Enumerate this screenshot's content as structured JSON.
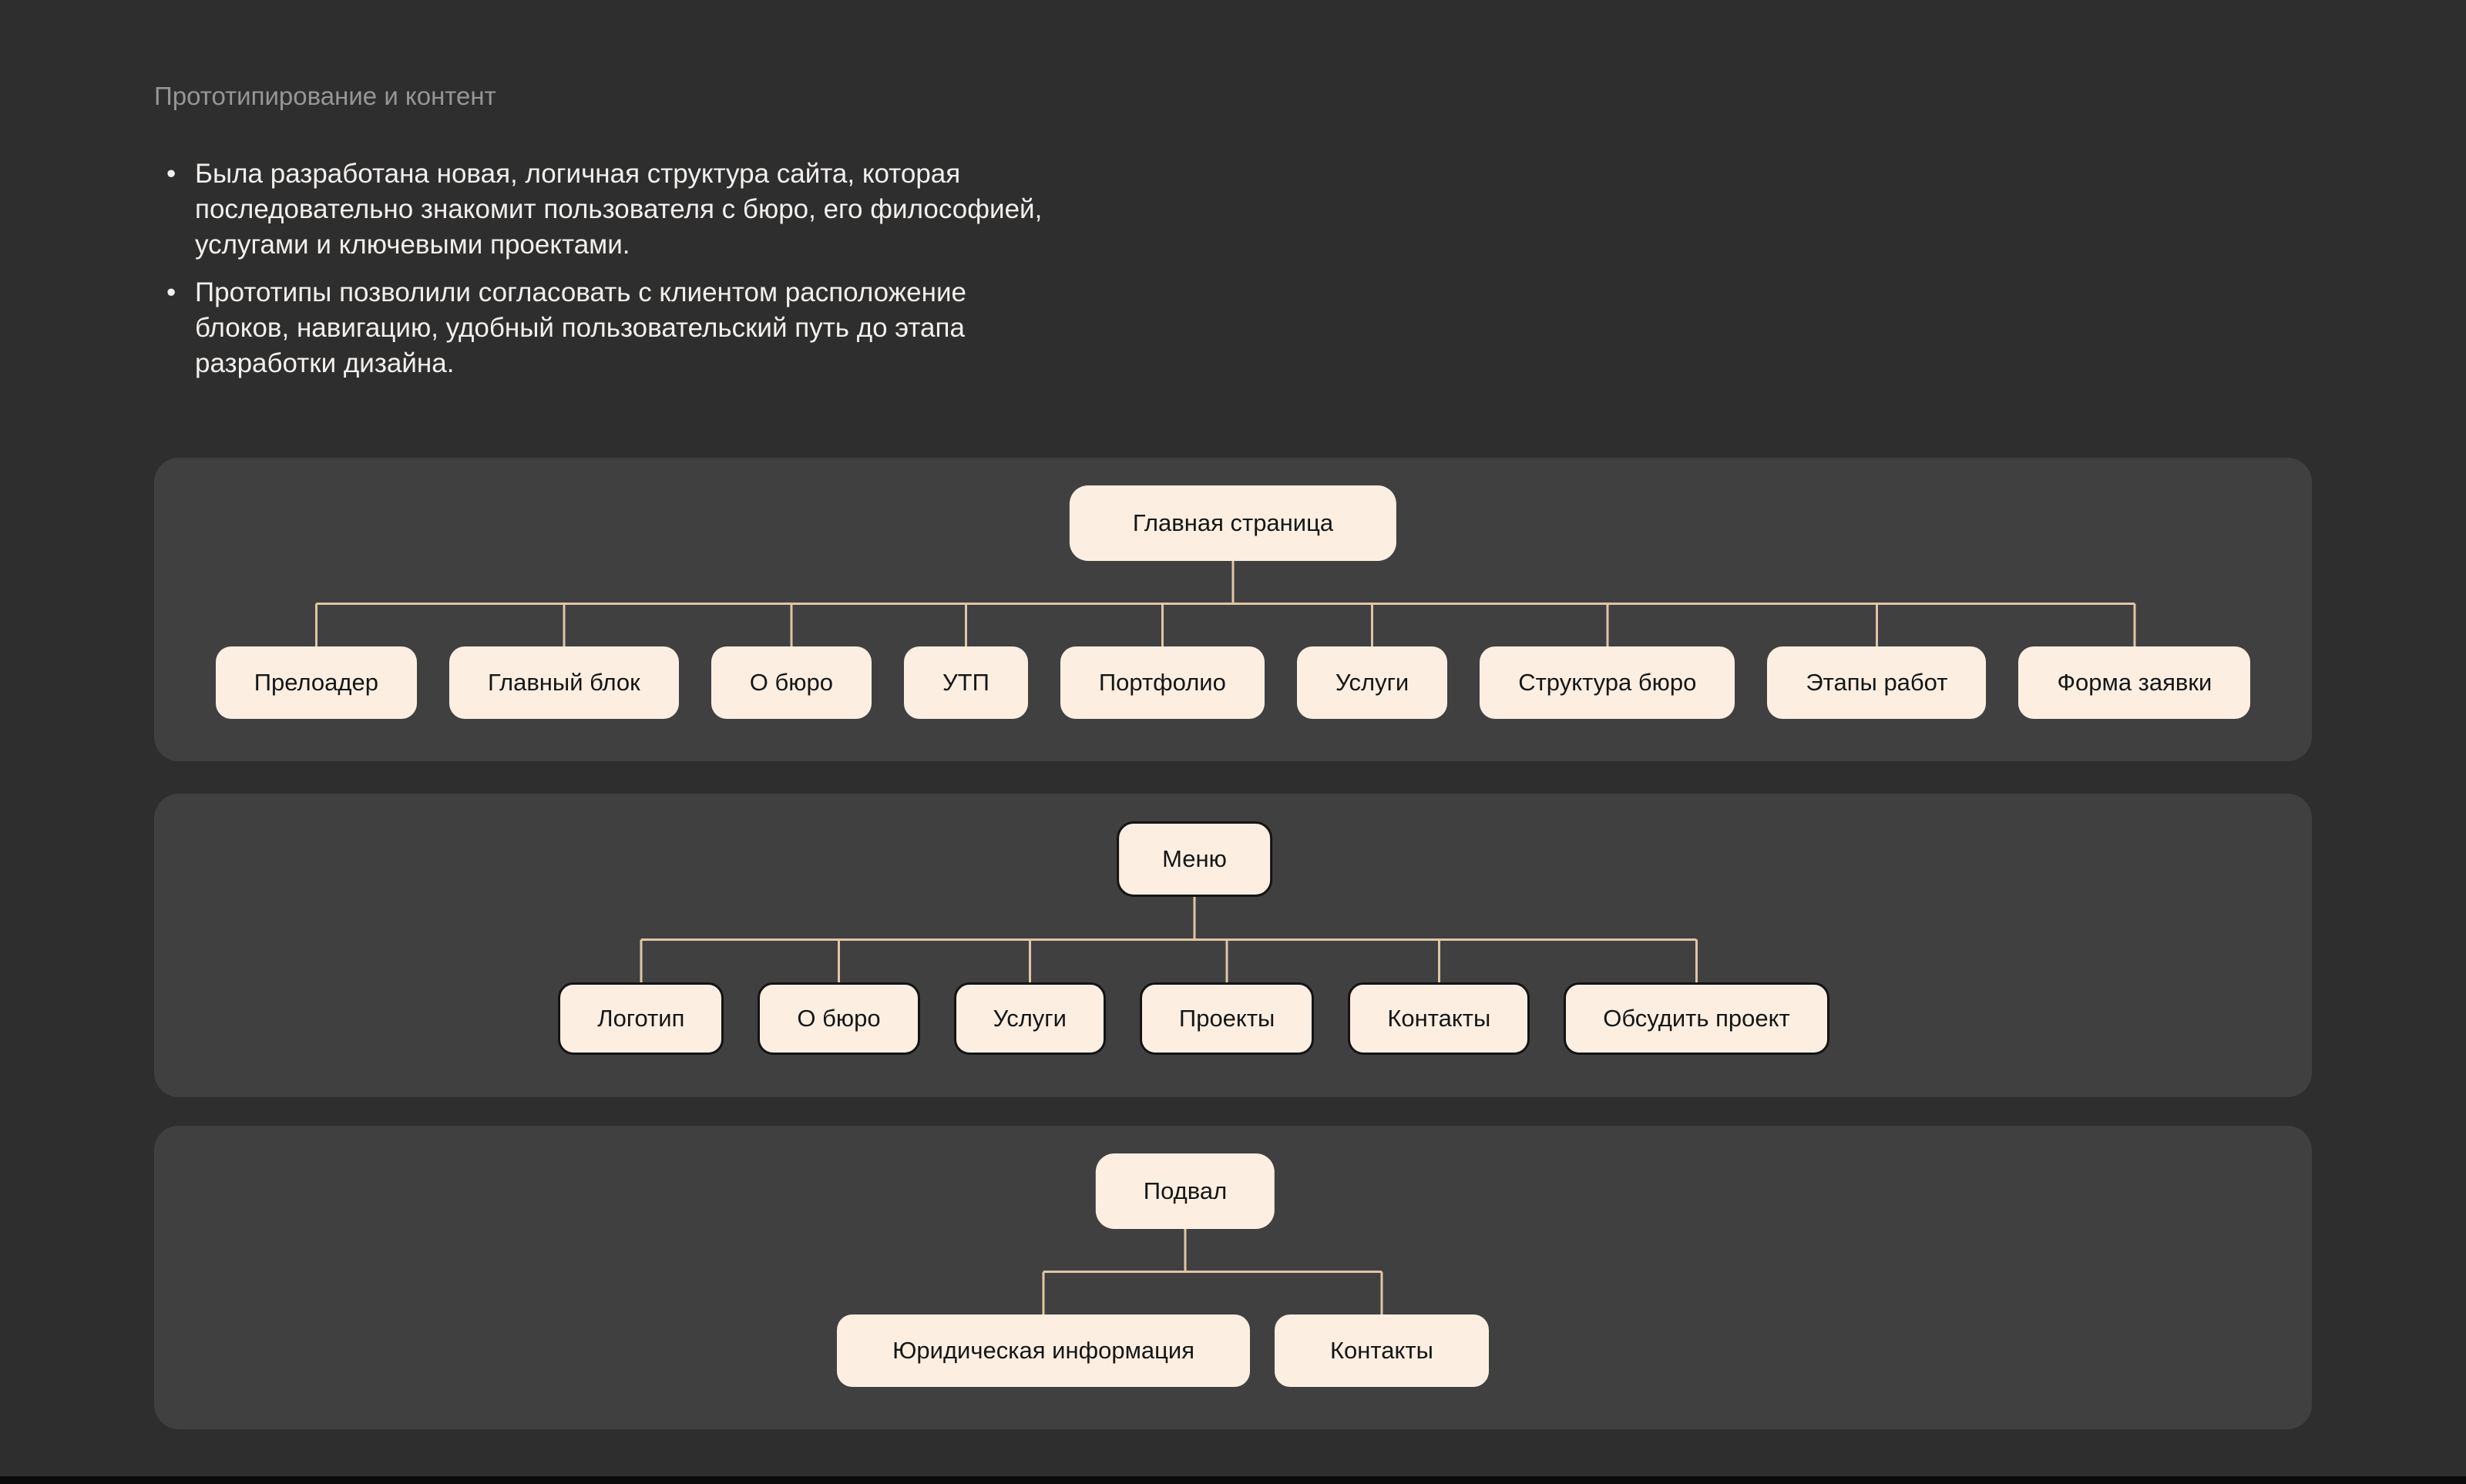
{
  "page": {
    "title": "Прототипирование и контент",
    "bullets": [
      "Была разработана новая, логичная структура сайта, которая\nпоследовательно знакомит пользователя с бюро, его философией,\nуслугами и ключевыми проектами.",
      "Прототипы позволили согласовать с клиентом расположение\nблоков, навигацию, удобный пользовательский путь до этапа\nразработки дизайна."
    ]
  },
  "colors": {
    "background": "#2e2e2e",
    "panel": "#404040",
    "node_fill": "#fcefe2",
    "node_border": "#141414",
    "connector": "#e0c6a4",
    "title_text": "#969696",
    "body_text": "#f2efec",
    "node_text": "#161616"
  },
  "panels": [
    {
      "root": "Главная страница",
      "children": [
        "Прелоадер",
        "Главный блок",
        "О бюро",
        "УТП",
        "Портфолио",
        "Услуги",
        "Структура бюро",
        "Этапы работ",
        "Форма заявки"
      ]
    },
    {
      "root": "Меню",
      "children": [
        "Логотип",
        "О бюро",
        "Услуги",
        "Проекты",
        "Контакты",
        "Обсудить проект"
      ]
    },
    {
      "root": "Подвал",
      "children": [
        "Юридическая информация",
        "Контакты"
      ]
    }
  ]
}
